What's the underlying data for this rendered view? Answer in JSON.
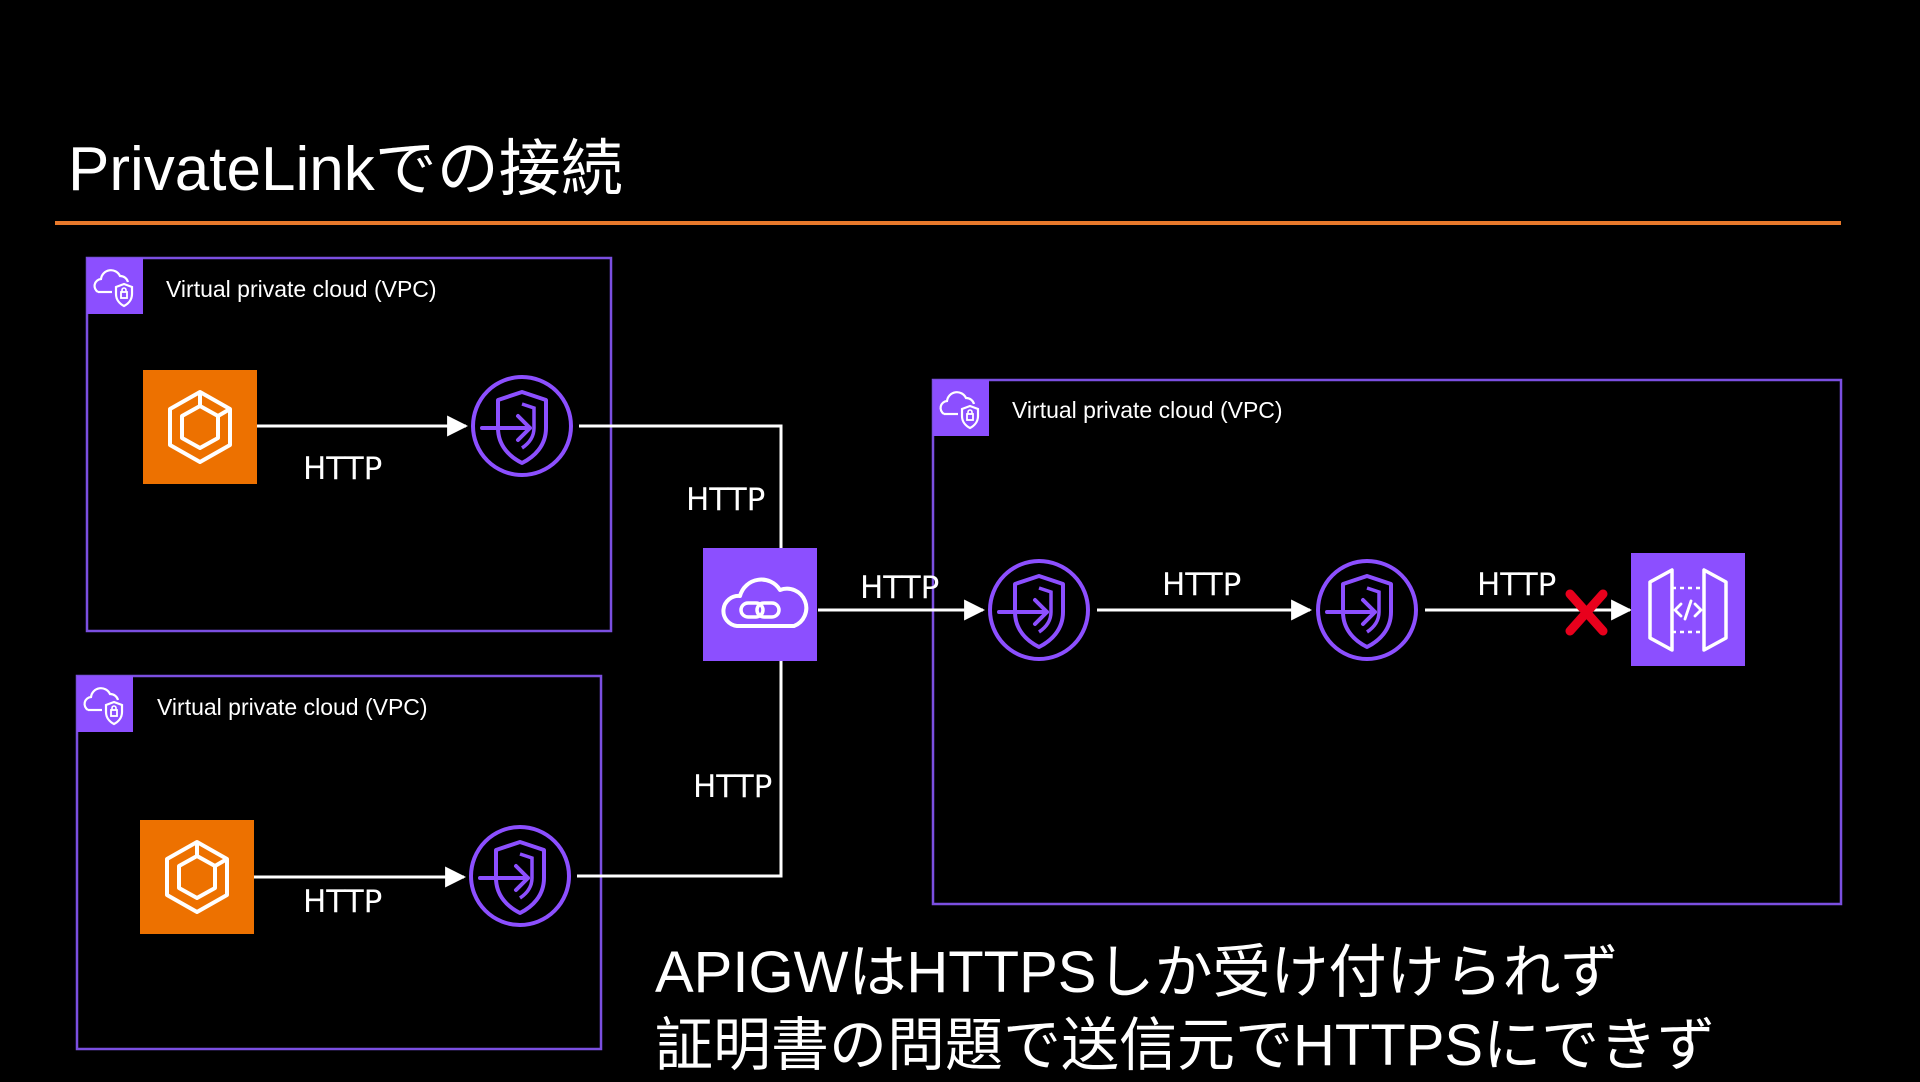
{
  "slide": {
    "title": "PrivateLinkでの接続",
    "caption_lines": [
      "APIGWはHTTPSしか受け付けられず",
      "証明書の問題で送信元でHTTPSにできず"
    ]
  },
  "colors": {
    "background": "#000000",
    "accent_rule": "#e8792b",
    "vpc_border": "#7b4fe0",
    "vpc_badge": "#8c4fff",
    "compute": "#ed7100",
    "endpoint": "#8c4fff",
    "blocked": "#e8001c",
    "connector": "#ffffff"
  },
  "diagram": {
    "vpc_label": "Virtual private cloud (VPC)",
    "protocol_label": "HTTP",
    "icons": {
      "vpc": "vpc-cloud-shield-icon",
      "compute": "ecs-container-icon",
      "endpoint": "vpc-endpoint-shield-icon",
      "privatelink": "privatelink-cloud-icon",
      "api_gateway": "api-gateway-icon",
      "blocked": "cross-mark-icon"
    }
  }
}
